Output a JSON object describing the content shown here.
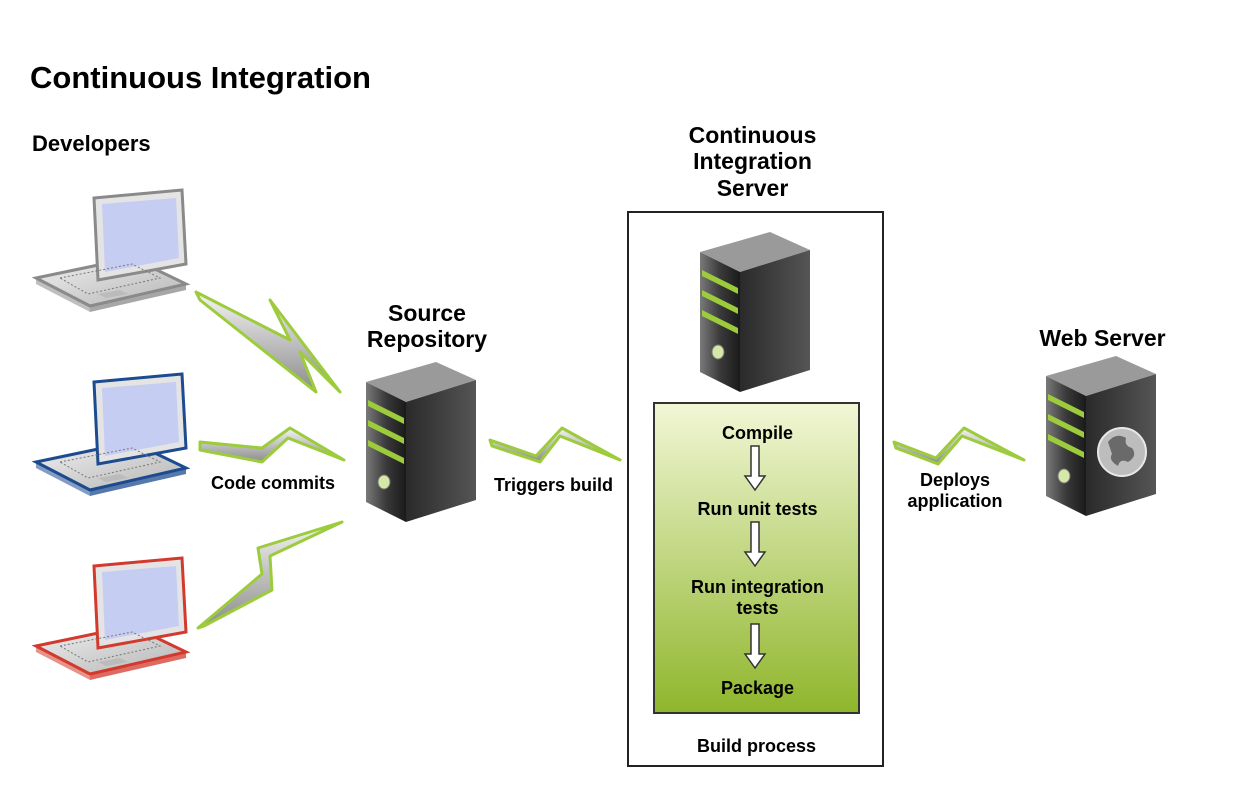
{
  "title": "Continuous Integration",
  "labels": {
    "developers": "Developers",
    "source_repository_line1": "Source",
    "source_repository_line2": "Repository",
    "ci_server_line1": "Continuous",
    "ci_server_line2": "Integration",
    "ci_server_line3": "Server",
    "web_server": "Web Server"
  },
  "edges": {
    "code_commits": "Code commits",
    "triggers_build": "Triggers build",
    "deploys_line1": "Deploys",
    "deploys_line2": "application"
  },
  "build_steps": [
    "Compile",
    "Run unit tests",
    "Run integration tests",
    "Package"
  ],
  "build_steps_display": {
    "step3_line1": "Run integration",
    "step3_line2": "tests"
  },
  "build_process_label": "Build process",
  "icons": {
    "laptops": [
      "laptop-gray-icon",
      "laptop-blue-icon",
      "laptop-red-icon"
    ],
    "servers": [
      "server-icon",
      "server-icon",
      "web-server-icon"
    ],
    "connectors": "lightning-bolt-icon"
  },
  "colors": {
    "laptop_gray": "#8a8a8a",
    "laptop_blue": "#1d4b8f",
    "laptop_red": "#d23a2e",
    "screen": "#c5cdf3",
    "server_accent": "#9ccc3c",
    "build_box_top": "#f2f7d6",
    "build_box_bottom": "#8fb62c"
  }
}
